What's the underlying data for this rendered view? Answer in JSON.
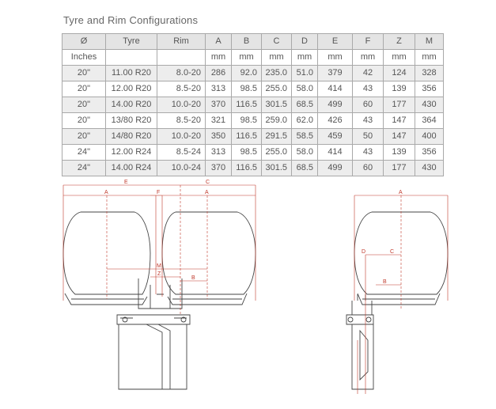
{
  "title": "Tyre and Rim Configurations",
  "table": {
    "headers": [
      "Ø",
      "Tyre",
      "Rim",
      "A",
      "B",
      "C",
      "D",
      "E",
      "F",
      "Z",
      "M"
    ],
    "units": [
      "Inches",
      "",
      "",
      "mm",
      "mm",
      "mm",
      "mm",
      "mm",
      "mm",
      "mm",
      "mm"
    ],
    "rows": [
      [
        "20\"",
        "11.00 R20",
        "8.0-20",
        "286",
        "92.0",
        "235.0",
        "51.0",
        "379",
        "42",
        "124",
        "328"
      ],
      [
        "20\"",
        "12.00 R20",
        "8.5-20",
        "313",
        "98.5",
        "255.0",
        "58.0",
        "414",
        "43",
        "139",
        "356"
      ],
      [
        "20\"",
        "14.00 R20",
        "10.0-20",
        "370",
        "116.5",
        "301.5",
        "68.5",
        "499",
        "60",
        "177",
        "430"
      ],
      [
        "20\"",
        "13/80 R20",
        "8.5-20",
        "321",
        "98.5",
        "259.0",
        "62.0",
        "426",
        "43",
        "147",
        "364"
      ],
      [
        "20\"",
        "14/80 R20",
        "10.0-20",
        "350",
        "116.5",
        "291.5",
        "58.5",
        "459",
        "50",
        "147",
        "400"
      ],
      [
        "24\"",
        "12.00 R24",
        "8.5-24",
        "313",
        "98.5",
        "255.0",
        "58.0",
        "414",
        "43",
        "139",
        "356"
      ],
      [
        "24\"",
        "14.00 R24",
        "10.0-24",
        "370",
        "116.5",
        "301.5",
        "68.5",
        "499",
        "60",
        "177",
        "430"
      ]
    ]
  },
  "diagram_labels": {
    "dual": {
      "E": "E",
      "A_left": "A",
      "F": "F",
      "C": "C",
      "A_right": "A",
      "M": "M",
      "Z": "Z",
      "B": "B"
    },
    "single": {
      "A": "A",
      "D": "D",
      "C": "C",
      "B": "B"
    }
  },
  "colors": {
    "dimension": "#c0392b",
    "outline": "#444444",
    "header_bg": "#e4e4e4",
    "alt_row_bg": "#ededed"
  }
}
